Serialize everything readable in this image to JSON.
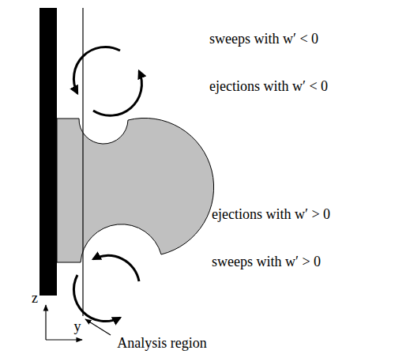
{
  "diagram": {
    "labels": [
      "sweeps with w′ < 0",
      "ejections with w′ < 0",
      "ejections with w′ > 0",
      "sweeps with w′ > 0",
      "z",
      "y",
      "Analysis region"
    ]
  }
}
